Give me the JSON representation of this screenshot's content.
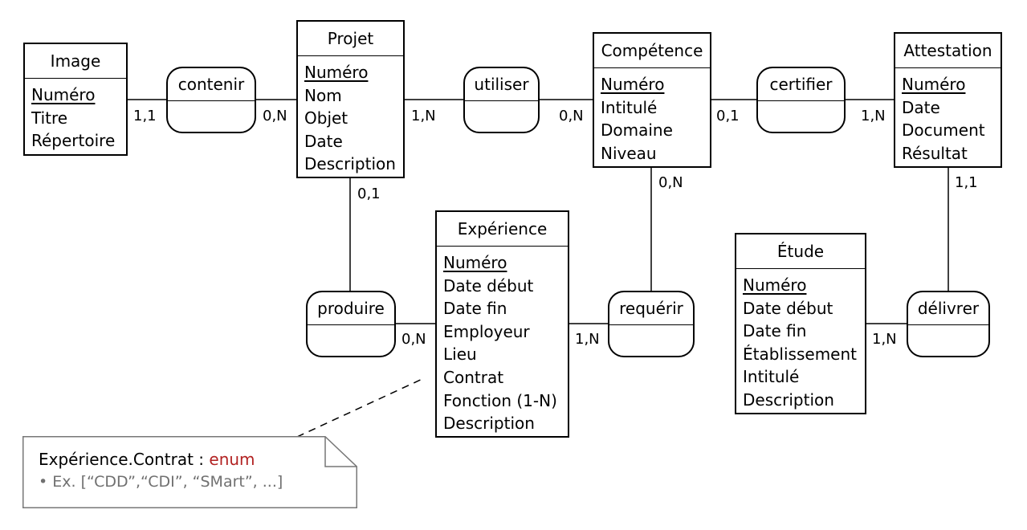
{
  "entities": {
    "image": {
      "name": "Image",
      "key": "Numéro",
      "attributes": [
        "Titre",
        "Répertoire"
      ]
    },
    "projet": {
      "name": "Projet",
      "key": "Numéro",
      "attributes": [
        "Nom",
        "Objet",
        "Date",
        "Description"
      ]
    },
    "competence": {
      "name": "Compétence",
      "key": "Numéro",
      "attributes": [
        "Intitulé",
        "Domaine",
        "Niveau"
      ]
    },
    "attestation": {
      "name": "Attestation",
      "key": "Numéro",
      "attributes": [
        "Date",
        "Document",
        "Résultat"
      ]
    },
    "experience": {
      "name": "Expérience",
      "key": "Numéro",
      "attributes": [
        "Date début",
        "Date fin",
        "Employeur",
        "Lieu",
        "Contrat",
        "Fonction (1-N)",
        "Description"
      ]
    },
    "etude": {
      "name": "Étude",
      "key": "Numéro",
      "attributes": [
        "Date début",
        "Date fin",
        "Établissement",
        "Intitulé",
        "Description"
      ]
    }
  },
  "associations": {
    "contenir": "contenir",
    "utiliser": "utiliser",
    "certifier": "certifier",
    "produire": "produire",
    "requerir": "requérir",
    "delivrer": "délivrer"
  },
  "cardinalities": {
    "image_contenir": "1,1",
    "projet_contenir": "0,N",
    "projet_utiliser": "1,N",
    "competence_utiliser": "0,N",
    "competence_certifier": "0,1",
    "attestation_certifier": "1,N",
    "projet_produire": "0,1",
    "experience_produire": "0,N",
    "experience_requerir": "1,N",
    "competence_requerir": "0,N",
    "attestation_delivrer": "1,1",
    "etude_delivrer": "1,N"
  },
  "note": {
    "subject": "Expérience.Contrat : ",
    "type": "enum",
    "detail": "• Ex. [“CDD”,“CDI”, “SMart”, ...]",
    "type_color": "#b22222"
  }
}
